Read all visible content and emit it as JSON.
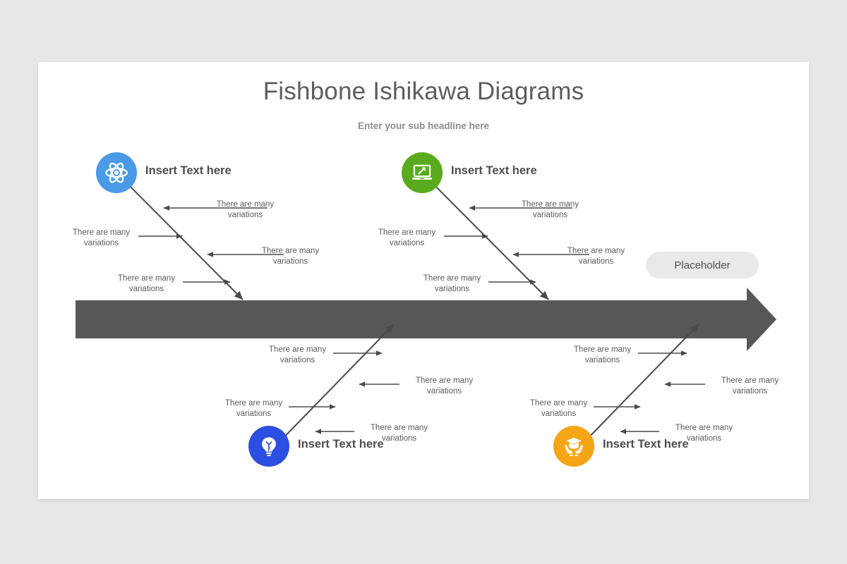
{
  "page": {
    "background_color": "#e8e7e7",
    "canvas_color": "#ffffff"
  },
  "header": {
    "title": "Fishbone Ishikawa Diagrams",
    "subtitle": "Enter your sub headline here"
  },
  "spine": {
    "color": "#575757",
    "placeholder_label": "Placeholder",
    "placeholder_color": "#e9e9e9"
  },
  "branch_label_text": "There are many\nvariations",
  "categories": [
    {
      "id": "top-left",
      "label": "Insert Text here",
      "icon": "atom-icon",
      "color": "#4a9ae8",
      "position": "top-left"
    },
    {
      "id": "top-right",
      "label": "Insert Text here",
      "icon": "laptop-growth-icon",
      "color": "#5aaa1e",
      "position": "top-right"
    },
    {
      "id": "bottom-left",
      "label": "Insert Text here",
      "icon": "lightbulb-icon",
      "color": "#2b4fe0",
      "position": "bottom-left"
    },
    {
      "id": "bottom-right",
      "label": "Insert Text here",
      "icon": "graduation-hands-icon",
      "color": "#f5a515",
      "position": "bottom-right"
    }
  ],
  "branches": {
    "top_left": [
      {
        "side": "right",
        "text": "There are many\nvariations"
      },
      {
        "side": "left",
        "text": "There are many\nvariations"
      },
      {
        "side": "right",
        "text": "There are many\nvariations"
      },
      {
        "side": "left",
        "text": "There are many\nvariations"
      }
    ],
    "top_right": [
      {
        "side": "right",
        "text": "There are many\nvariations"
      },
      {
        "side": "left",
        "text": "There are many\nvariations"
      },
      {
        "side": "right",
        "text": "There are many\nvariations"
      },
      {
        "side": "left",
        "text": "There are many\nvariations"
      }
    ],
    "bottom_left": [
      {
        "side": "left",
        "text": "There are many\nvariations"
      },
      {
        "side": "right",
        "text": "There are many\nvariations"
      },
      {
        "side": "left",
        "text": "There are many\nvariations"
      },
      {
        "side": "right",
        "text": "There are many\nvariations"
      }
    ],
    "bottom_right": [
      {
        "side": "left",
        "text": "There are many\nvariations"
      },
      {
        "side": "right",
        "text": "There are many\nvariations"
      },
      {
        "side": "left",
        "text": "There are many\nvariations"
      },
      {
        "side": "right",
        "text": "There are many\nvariations"
      }
    ]
  }
}
